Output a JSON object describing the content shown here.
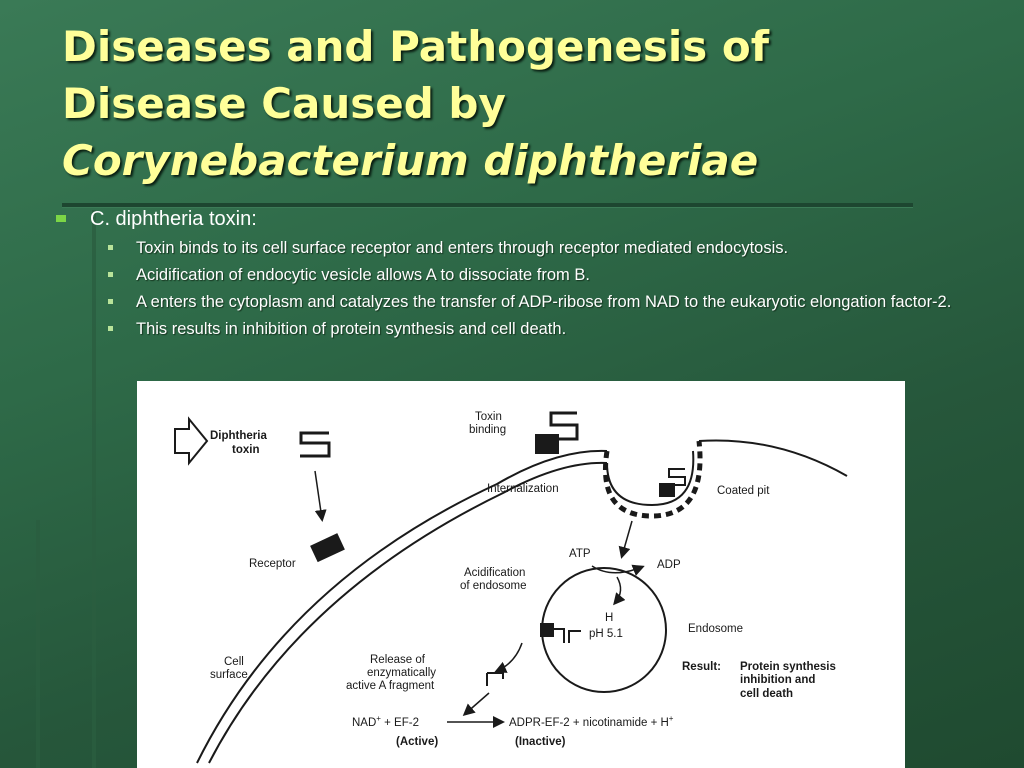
{
  "title": {
    "line1": "Diseases and Pathogenesis of",
    "line2": "Disease Caused by",
    "line3": "Corynebacterium diphtheriae"
  },
  "bullets": {
    "main": "C. diphtheria toxin:",
    "subs": [
      "Toxin binds to its cell surface receptor and enters through receptor mediated endocytosis.",
      "Acidification of endocytic vesicle allows A to dissociate from B.",
      "A enters the cytoplasm and catalyzes the transfer of ADP-ribose from NAD to the eukaryotic elongation factor-2.",
      "This results in inhibition of protein synthesis and cell death."
    ]
  },
  "figure": {
    "diphtheria": "Diphtheria",
    "toxin": "toxin",
    "toxin_binding_1": "Toxin",
    "toxin_binding_2": "binding",
    "internalization": "Internalization",
    "coated_pit": "Coated pit",
    "receptor": "Receptor",
    "atp": "ATP",
    "adp": "ADP",
    "acidification_1": "Acidification",
    "acidification_2": "of endosome",
    "h_plus": "H",
    "ph": "pH 5.1",
    "endosome": "Endosome",
    "cell_1": "Cell",
    "cell_2": "surface",
    "release_1": "Release of",
    "release_2": "enzymatically",
    "release_3": "active A fragment",
    "result_label": "Result:",
    "result_1": "Protein synthesis",
    "result_2": "inhibition and",
    "result_3": "cell death",
    "nad_ef2": "NAD",
    "nad_ef2_rest": " + EF-2",
    "adpr": "ADPR-EF-2 + nicotinamide + H",
    "active": "(Active)",
    "inactive": "(Inactive)"
  }
}
